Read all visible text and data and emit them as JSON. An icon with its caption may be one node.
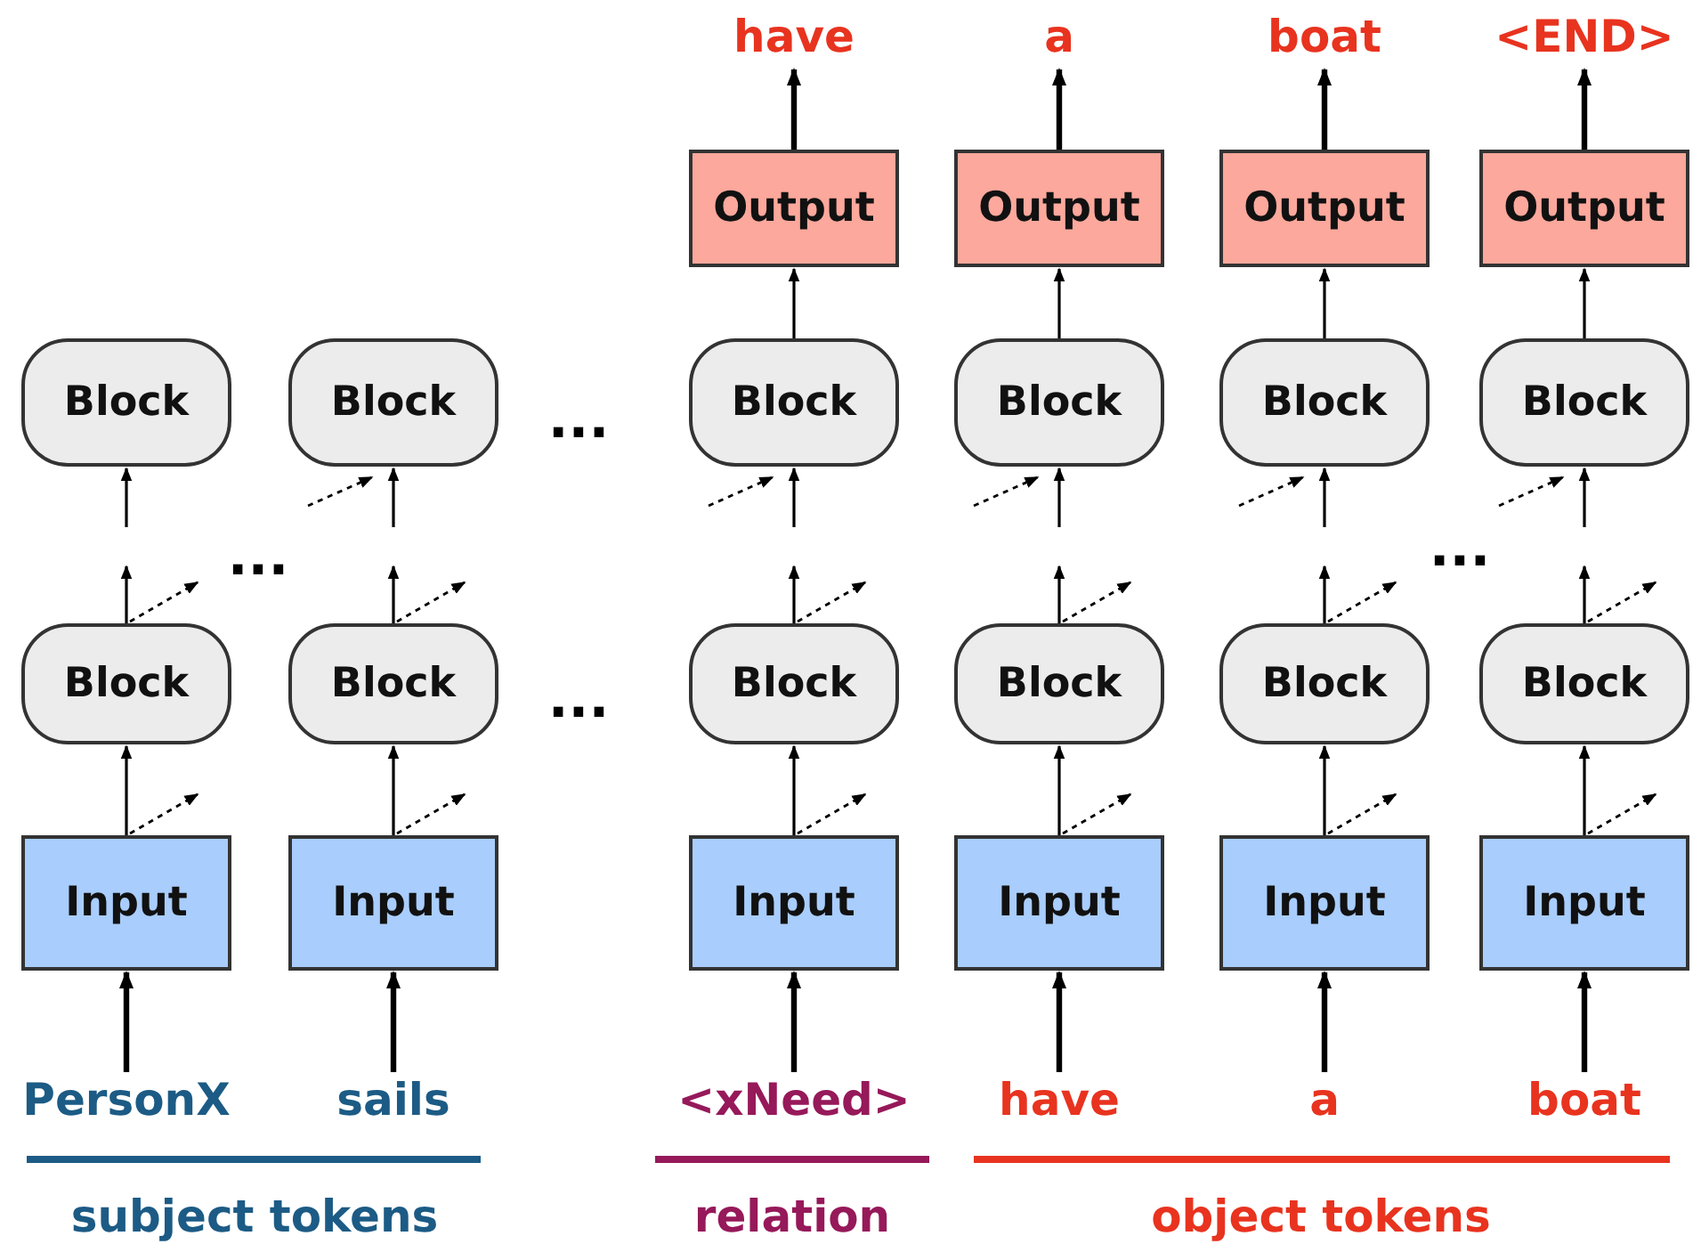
{
  "diagram": {
    "nodes": [
      {
        "text": [
          "have"
        ]
      },
      {
        "text": [
          "a"
        ]
      },
      {
        "text": [
          "boat"
        ]
      },
      {
        "text": [
          "<END>"
        ]
      },
      {
        "text": [
          "Output"
        ]
      },
      {
        "text": [
          "Output"
        ]
      },
      {
        "text": [
          "Output"
        ]
      },
      {
        "text": [
          "Output"
        ]
      },
      {
        "text": [
          "Block"
        ]
      },
      {
        "text": [
          "Block"
        ]
      },
      {
        "text": [
          "Block"
        ]
      },
      {
        "text": [
          "Block"
        ]
      },
      {
        "text": [
          "Block"
        ]
      },
      {
        "text": [
          "Block"
        ]
      },
      {
        "text": [
          "Block"
        ]
      },
      {
        "text": [
          "Block"
        ]
      },
      {
        "text": [
          "Block"
        ]
      },
      {
        "text": [
          "Block"
        ]
      },
      {
        "text": [
          "Block"
        ]
      },
      {
        "text": [
          "Block"
        ]
      },
      {
        "text": [
          "Input"
        ]
      },
      {
        "text": [
          "Input"
        ]
      },
      {
        "text": [
          "Input"
        ]
      },
      {
        "text": [
          "Input"
        ]
      },
      {
        "text": [
          "Input"
        ]
      },
      {
        "text": [
          "Input"
        ]
      },
      {
        "text": [
          "PersonX"
        ]
      },
      {
        "text": [
          "sails"
        ]
      },
      {
        "text": [
          "<xNeed>"
        ]
      },
      {
        "text": [
          "have"
        ]
      },
      {
        "text": [
          "a"
        ]
      },
      {
        "text": [
          "boat"
        ]
      }
    ],
    "edges": [
      {
        "from": 26,
        "to": 20,
        "arrow": "to",
        "style": "thick"
      },
      {
        "from": 27,
        "to": 21,
        "arrow": "to",
        "style": "thick"
      },
      {
        "from": 28,
        "to": 22,
        "arrow": "to",
        "style": "thick"
      },
      {
        "from": 29,
        "to": 23,
        "arrow": "to",
        "style": "thick"
      },
      {
        "from": 30,
        "to": 24,
        "arrow": "to",
        "style": "thick"
      },
      {
        "from": 31,
        "to": 25,
        "arrow": "to",
        "style": "thick"
      },
      {
        "from": 20,
        "to": 14,
        "arrow": "to"
      },
      {
        "from": 20,
        "to": null,
        "arrow": "to",
        "style": "dashed"
      },
      {
        "from": 21,
        "to": 15,
        "arrow": "to"
      },
      {
        "from": 21,
        "to": null,
        "arrow": "to",
        "style": "dashed"
      },
      {
        "from": 22,
        "to": 16,
        "arrow": "to"
      },
      {
        "from": 22,
        "to": null,
        "arrow": "to",
        "style": "dashed"
      },
      {
        "from": 23,
        "to": 17,
        "arrow": "to"
      },
      {
        "from": 23,
        "to": null,
        "arrow": "to",
        "style": "dashed"
      },
      {
        "from": 24,
        "to": 18,
        "arrow": "to"
      },
      {
        "from": 24,
        "to": null,
        "arrow": "to",
        "style": "dashed"
      },
      {
        "from": 25,
        "to": 19,
        "arrow": "to"
      },
      {
        "from": 25,
        "to": null,
        "arrow": "to",
        "style": "dashed"
      },
      {
        "from": 14,
        "to": null,
        "arrow": "to"
      },
      {
        "from": 14,
        "to": null,
        "arrow": "to",
        "style": "dashed"
      },
      {
        "from": 15,
        "to": null,
        "arrow": "to"
      },
      {
        "from": 15,
        "to": null,
        "arrow": "to",
        "style": "dashed"
      },
      {
        "from": 16,
        "to": null,
        "arrow": "to"
      },
      {
        "from": 16,
        "to": null,
        "arrow": "to",
        "style": "dashed"
      },
      {
        "from": 17,
        "to": null,
        "arrow": "to"
      },
      {
        "from": 17,
        "to": null,
        "arrow": "to",
        "style": "dashed"
      },
      {
        "from": 18,
        "to": null,
        "arrow": "to"
      },
      {
        "from": 18,
        "to": null,
        "arrow": "to",
        "style": "dashed"
      },
      {
        "from": 19,
        "to": null,
        "arrow": "to"
      },
      {
        "from": 19,
        "to": null,
        "arrow": "to",
        "style": "dashed"
      },
      {
        "from": null,
        "to": 8,
        "arrow": "to"
      },
      {
        "from": null,
        "to": 9,
        "arrow": "to",
        "style": "dashed"
      },
      {
        "from": null,
        "to": 9,
        "arrow": "to"
      },
      {
        "from": null,
        "to": 10,
        "arrow": "to",
        "style": "dashed"
      },
      {
        "from": null,
        "to": 10,
        "arrow": "to"
      },
      {
        "from": null,
        "to": 11,
        "arrow": "to",
        "style": "dashed"
      },
      {
        "from": null,
        "to": 11,
        "arrow": "to"
      },
      {
        "from": null,
        "to": 12,
        "arrow": "to",
        "style": "dashed"
      },
      {
        "from": null,
        "to": 12,
        "arrow": "to"
      },
      {
        "from": null,
        "to": 13,
        "arrow": "to",
        "style": "dashed"
      },
      {
        "from": null,
        "to": 13,
        "arrow": "to"
      },
      {
        "from": 10,
        "to": 4,
        "arrow": "to"
      },
      {
        "from": 11,
        "to": 5,
        "arrow": "to"
      },
      {
        "from": 12,
        "to": 6,
        "arrow": "to"
      },
      {
        "from": 13,
        "to": 7,
        "arrow": "to"
      },
      {
        "from": 4,
        "to": 0,
        "arrow": "to",
        "style": "thick"
      },
      {
        "from": 5,
        "to": 1,
        "arrow": "to",
        "style": "thick"
      },
      {
        "from": 6,
        "to": 2,
        "arrow": "to",
        "style": "thick"
      },
      {
        "from": 7,
        "to": 3,
        "arrow": "to",
        "style": "thick"
      }
    ],
    "labels": [
      "...",
      "...",
      "...",
      "...",
      "subject tokens",
      "relation",
      "object tokens"
    ]
  }
}
